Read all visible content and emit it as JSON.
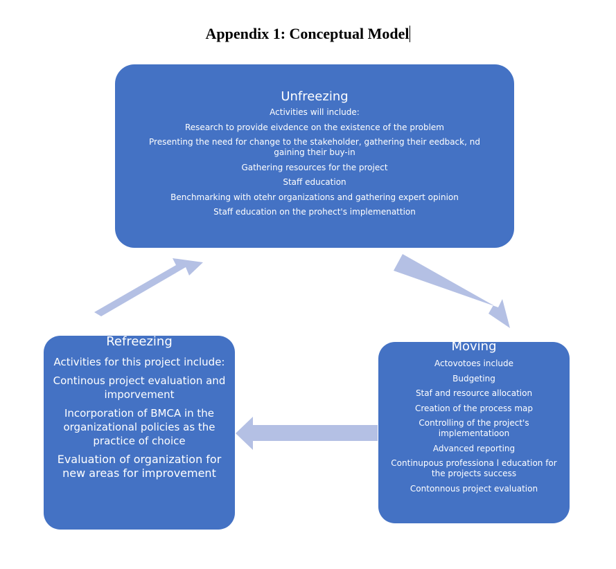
{
  "title": "Appendix 1: Conceptual Model",
  "unfreezing": {
    "title": "Unfreezing",
    "lines": [
      "Activities will include:",
      "Research to provide eivdence on the existence of the problem",
      "Presenting the need for change to the stakeholder, gathering their eedback, nd gaining their buy-in",
      "Gathering resources for the project",
      "Staff education",
      "Benchmarking with otehr organizations and  gathering expert opinion",
      "Staff  education on the prohect's implemenattion"
    ]
  },
  "refreezing": {
    "title": "Refreezing",
    "lines": [
      "Activities for this project include:",
      "Continous project evaluation and imporvement",
      "Incorporation of BMCA in the organizational policies as the practice of choice",
      "Evaluation of organization for new areas for improvement"
    ]
  },
  "moving": {
    "title": "Moving",
    "lines": [
      "Actovotoes include",
      "Budgeting",
      "Staf and resource allocation",
      "Creation of the process map",
      "Controlling of the project's implementatioon",
      "Advanced reporting",
      "Continupous professiona l education for the projects success",
      "Contonnous project evaluation"
    ]
  },
  "colors": {
    "box_fill": "#4472c4",
    "arrow_fill": "#b4c0e4",
    "text": "#ffffff"
  }
}
